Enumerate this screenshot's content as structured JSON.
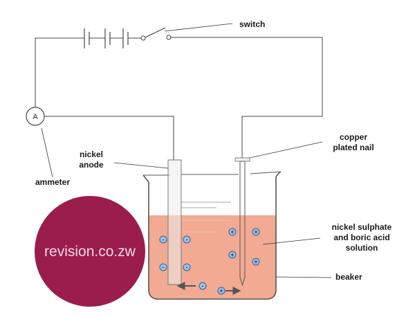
{
  "labels": {
    "switch": "switch",
    "ammeter_symbol": "A",
    "ammeter": "ammeter",
    "nickel_anode_line1": "nickel",
    "nickel_anode_line2": "anode",
    "copper_nail_line1": "copper",
    "copper_nail_line2": "plated nail",
    "solution_line1": "nickel sulphate",
    "solution_line2": "and boric acid",
    "solution_line3": "solution",
    "beaker": "beaker"
  },
  "ions": {
    "negative_sign": "-",
    "positive_sign": "+"
  },
  "logo": {
    "text": "revision.co.zw"
  },
  "colors": {
    "solution": "#f2aa93",
    "logo": "#9b1d4d",
    "ion_fill": "#9cc3e6",
    "ion_stroke": "#2f5f98"
  }
}
